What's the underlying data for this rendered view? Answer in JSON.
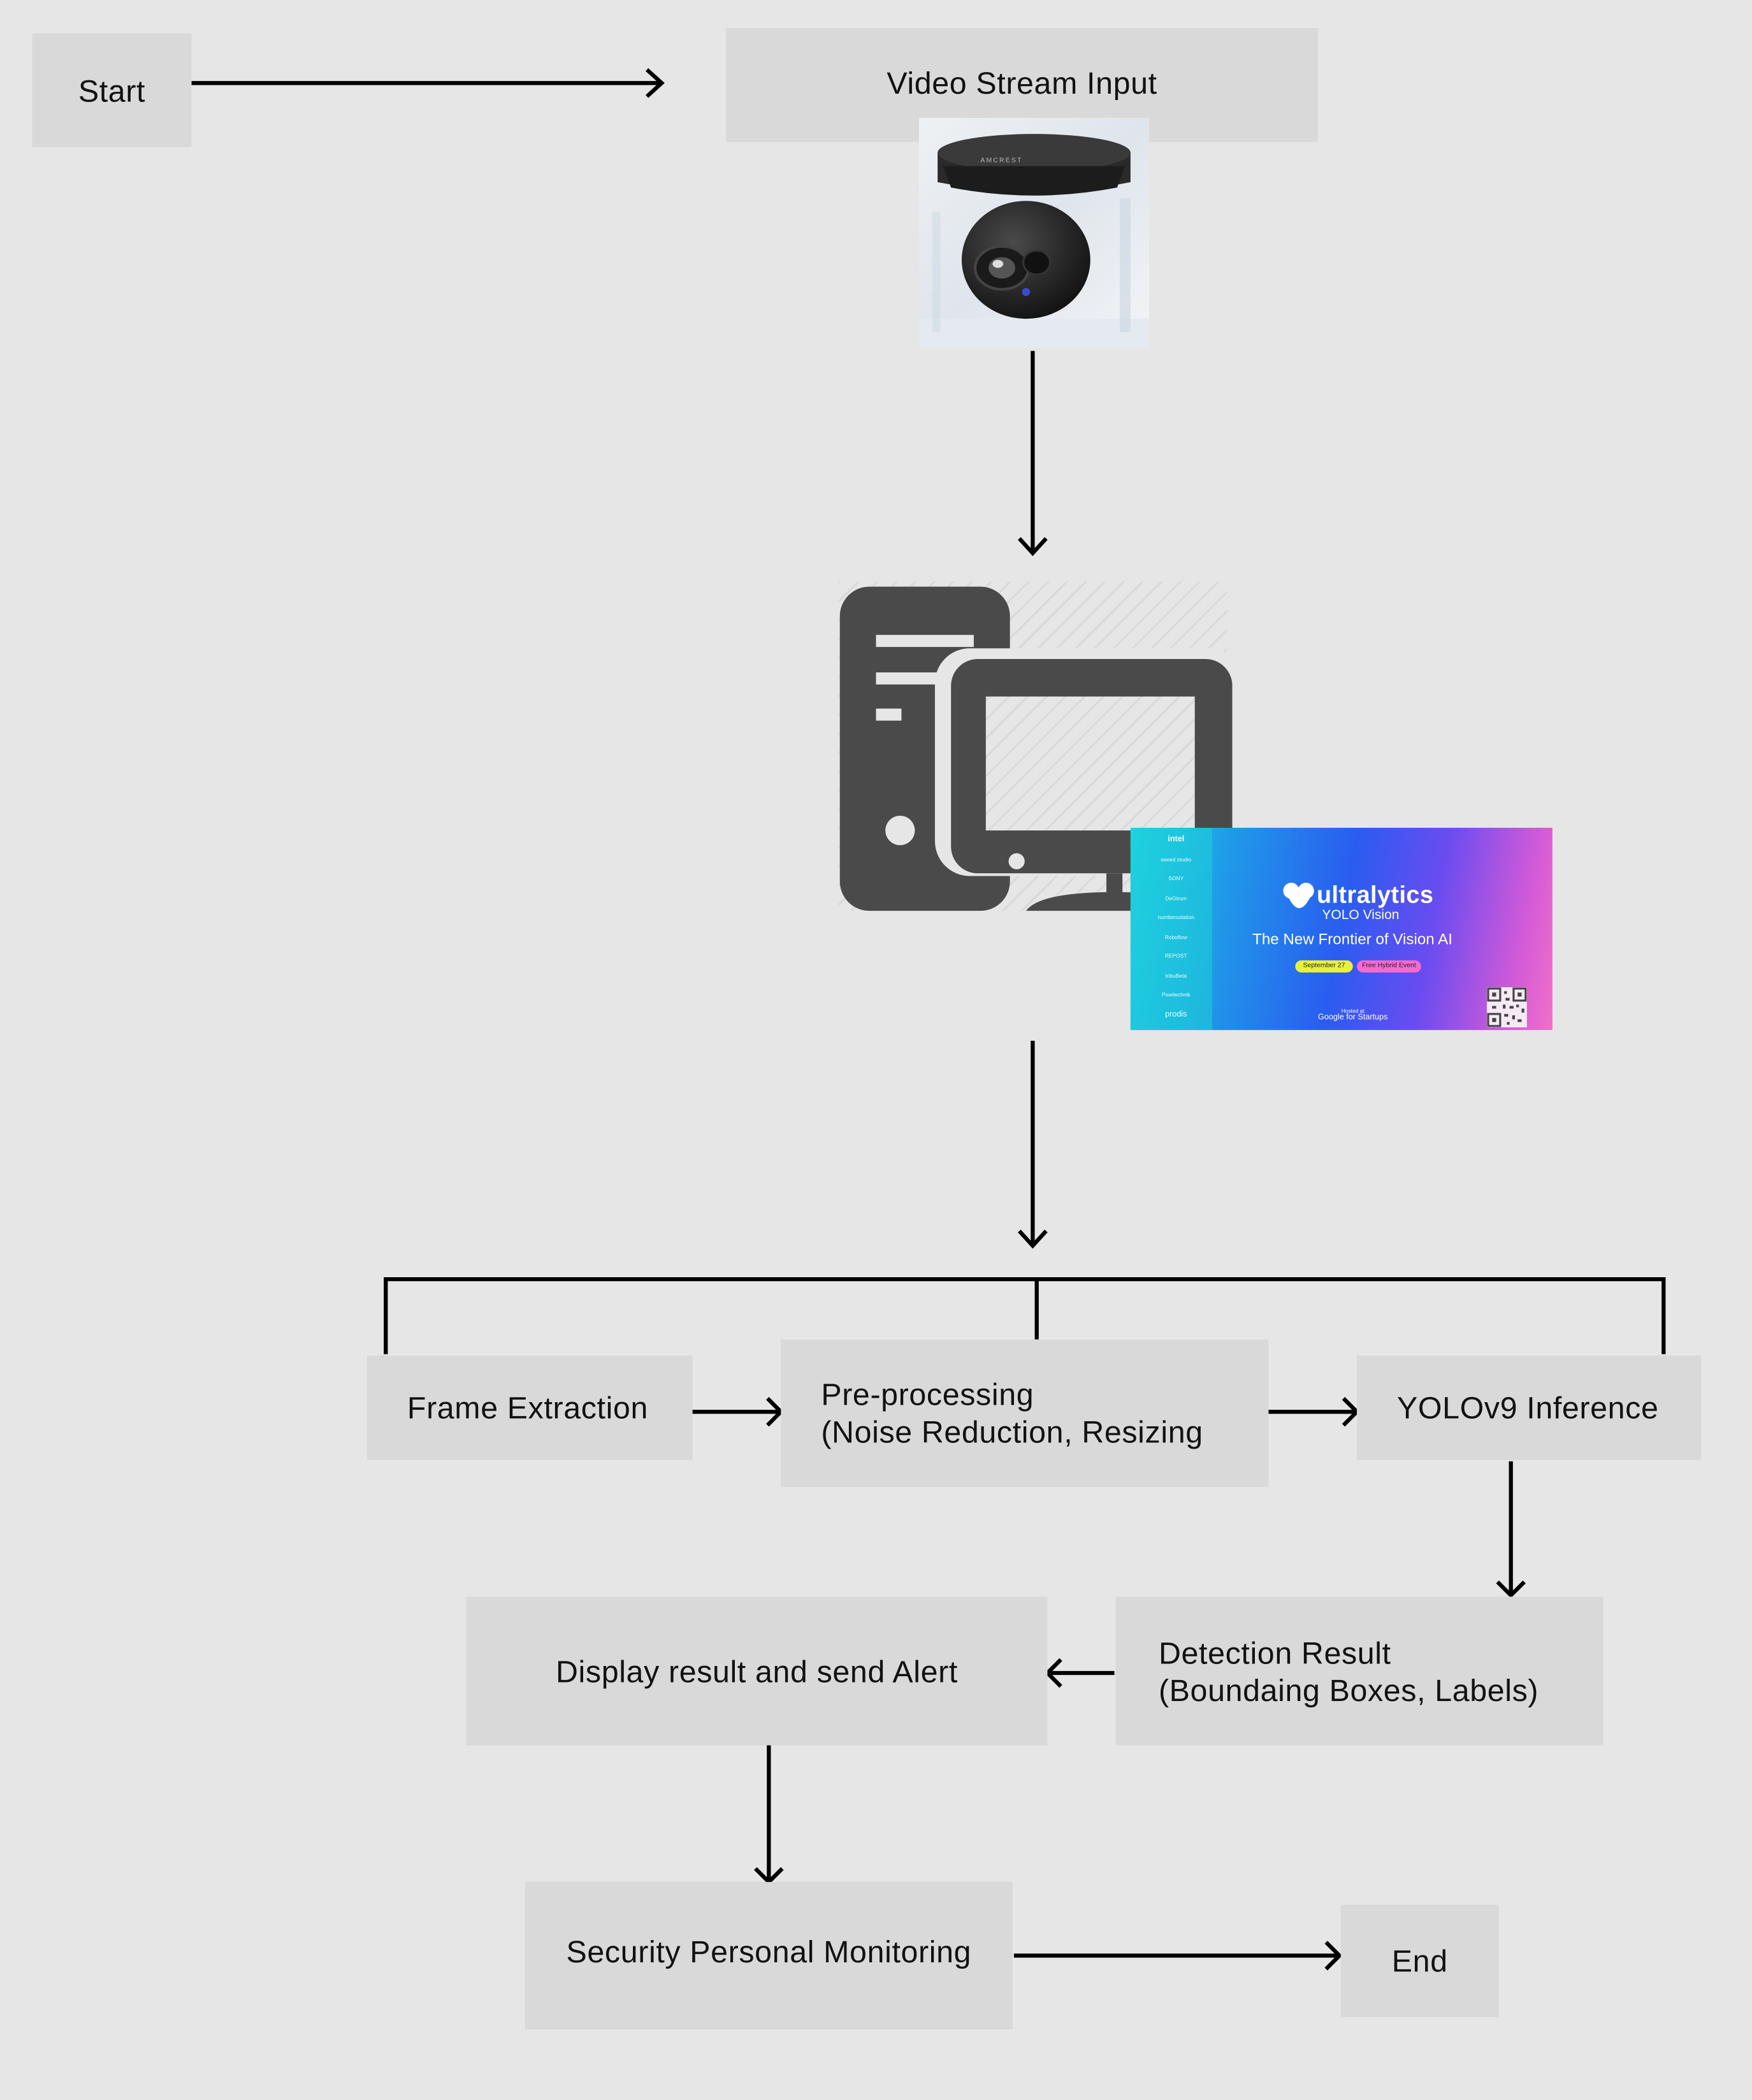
{
  "nodes": {
    "start": "Start",
    "video_input": "Video Stream Input",
    "frame_extraction": "Frame Extraction",
    "preprocessing_line1": "Pre-processing",
    "preprocessing_line2": "(Noise Reduction, Resizing",
    "yolo_inference": "YOLOv9 Inference",
    "detection_line1": "Detection Result",
    "detection_line2": "(Boundaing Boxes, Labels)",
    "display_alert": "Display result and send Alert",
    "security_monitoring": "Security Personal Monitoring",
    "end": "End"
  },
  "images": {
    "camera": {
      "icon": "dome-camera-photo",
      "brand_text": "AMCREST"
    },
    "computer": {
      "icon": "desktop-computer-icon"
    },
    "banner": {
      "brand": "ultralytics",
      "subtitle": "YOLO Vision",
      "tagline": "The New Frontier of Vision AI",
      "date_pill": "September 27",
      "event_pill": "Free Hybrid Event",
      "hosted_line1": "Hosted at",
      "hosted_line2": "Google for Startups",
      "sponsor_logos": [
        "intel",
        "seeed studio",
        "SONY",
        "DeGirum",
        "numbersstation",
        "Roboflow",
        "REPOST",
        "tribuBeta",
        "Pixeltechnik",
        "prodis"
      ]
    }
  },
  "colors": {
    "background": "#e6e6e6",
    "node_fill": "#d9d9d9",
    "line": "#000000",
    "computer_icon": "#4a4a4a"
  }
}
